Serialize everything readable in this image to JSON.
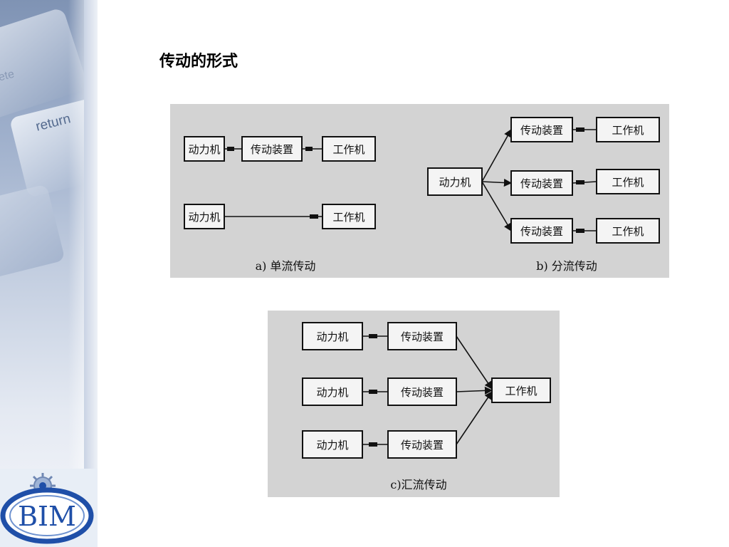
{
  "slide": {
    "title": "传动的形式",
    "key_label": "return",
    "key_label_faint": "ete",
    "logo_text": "BIM"
  },
  "diagram_a": {
    "caption": "a) 单流传动",
    "row1": [
      "动力机",
      "传动装置",
      "工作机"
    ],
    "row2": [
      "动力机",
      "工作机"
    ]
  },
  "diagram_b": {
    "caption": "b) 分流传动",
    "source": "动力机",
    "branches": [
      {
        "device": "传动装置",
        "machine": "工作机"
      },
      {
        "device": "传动装置",
        "machine": "工作机"
      },
      {
        "device": "传动装置",
        "machine": "工作机"
      }
    ]
  },
  "diagram_c": {
    "caption": "c)汇流传动",
    "inputs": [
      {
        "source": "动力机",
        "device": "传动装置"
      },
      {
        "source": "动力机",
        "device": "传动装置"
      },
      {
        "source": "动力机",
        "device": "传动装置"
      }
    ],
    "target": "工作机"
  },
  "colors": {
    "panel": "#d3d3d3",
    "box": "#f4f4f4",
    "line": "#111111",
    "logo_blue": "#1f4fa8"
  }
}
